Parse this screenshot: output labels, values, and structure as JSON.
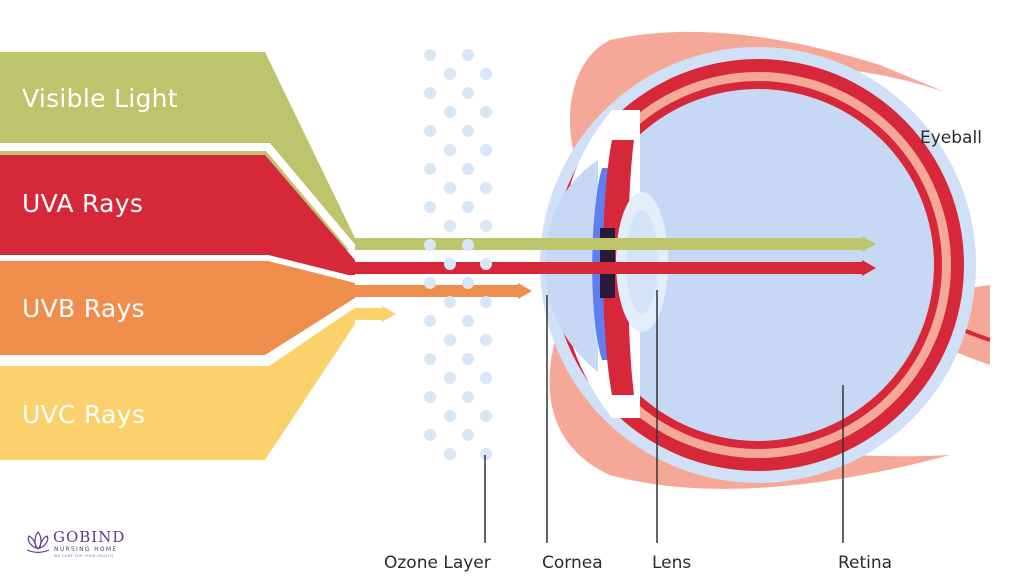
{
  "rays": [
    {
      "label": "Visible Light",
      "color": "#bcc56b"
    },
    {
      "label": "UVA Rays",
      "color": "#d62839"
    },
    {
      "label": "UVB Rays",
      "color": "#ef8d4c"
    },
    {
      "label": "UVC Rays",
      "color": "#fbd16c"
    }
  ],
  "parts": {
    "eyeball": "Eyeball",
    "ozone_layer": "Ozone Layer",
    "cornea": "Cornea",
    "lens": "Lens",
    "retina": "Retina"
  },
  "logo": {
    "name": "GOBIND",
    "subtitle": "NURSING HOME",
    "tagline": "WE CARE FOR YOUR HEALTH"
  },
  "colors": {
    "sclera_outer": "#ffffff",
    "eye_fluid": "#c7d8f4",
    "eyelid": "#f6a898",
    "iris_blue": "#5f7ef0",
    "ozone_dot": "#d8e7f7",
    "pointer_line": "#333333"
  },
  "icons": {
    "logo": "lotus-icon"
  }
}
